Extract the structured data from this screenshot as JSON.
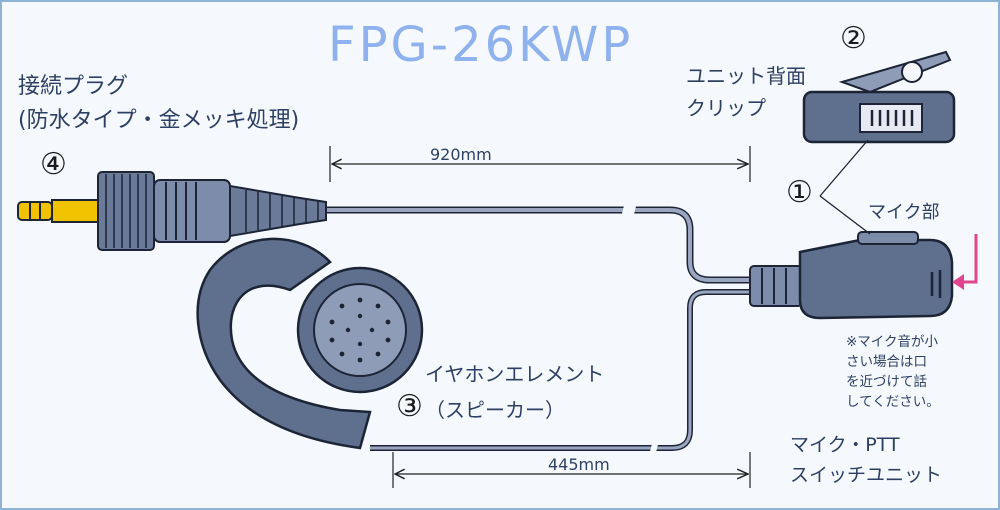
{
  "title": "FPG-26KWP",
  "labels": {
    "plug": "接続プラグ\n(防水タイプ・金メッキ処理)",
    "clip": "ユニット背面\nクリップ",
    "mic": "マイク部",
    "mic_note": "※マイク音が小\nさい場合は口\nを近づけて話\nしてください。",
    "earphone": "イヤホンエレメント\n（スピーカー）",
    "ptt": "マイク・PTT\nスイッチユニット"
  },
  "dimensions": {
    "cable_920": "920mm",
    "cable_445": "445mm"
  },
  "callouts": {
    "one": "①",
    "two": "②",
    "three": "③",
    "four": "④"
  },
  "colors": {
    "body": "#5f6f8e",
    "body_light": "#7d8cab",
    "outline": "#1c2436",
    "gold": "#f0c200",
    "arrow": "#e0458d",
    "title": "#8fb2ee"
  },
  "icons": [
    "plug-icon",
    "clip-icon",
    "earphone-icon",
    "ptt-unit-icon",
    "mic-direction-arrow-icon"
  ]
}
